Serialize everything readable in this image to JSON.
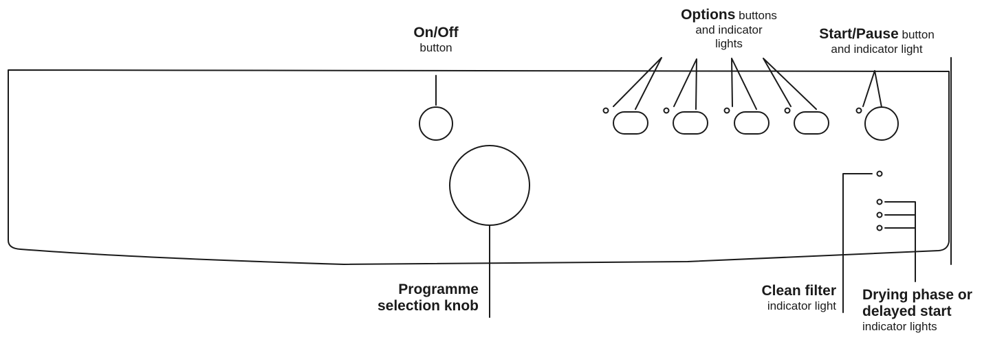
{
  "labels": {
    "on_off": {
      "bold": "On/Off",
      "normal": "button"
    },
    "options": {
      "bold": "Options",
      "line1_rest": " buttons",
      "line2": "and indicator",
      "line3": "lights"
    },
    "start_pause": {
      "bold": "Start/Pause",
      "line1_rest": " button",
      "line2": "and indicator light"
    },
    "programme": {
      "line1": "Programme",
      "line2": "selection knob"
    },
    "clean_filter": {
      "bold": "Clean filter",
      "normal": "indicator light"
    },
    "drying": {
      "line1": "Drying phase or",
      "line2": "delayed start",
      "normal": "indicator lights"
    }
  },
  "colors": {
    "stroke": "#1a1a1a",
    "background": "#ffffff"
  }
}
